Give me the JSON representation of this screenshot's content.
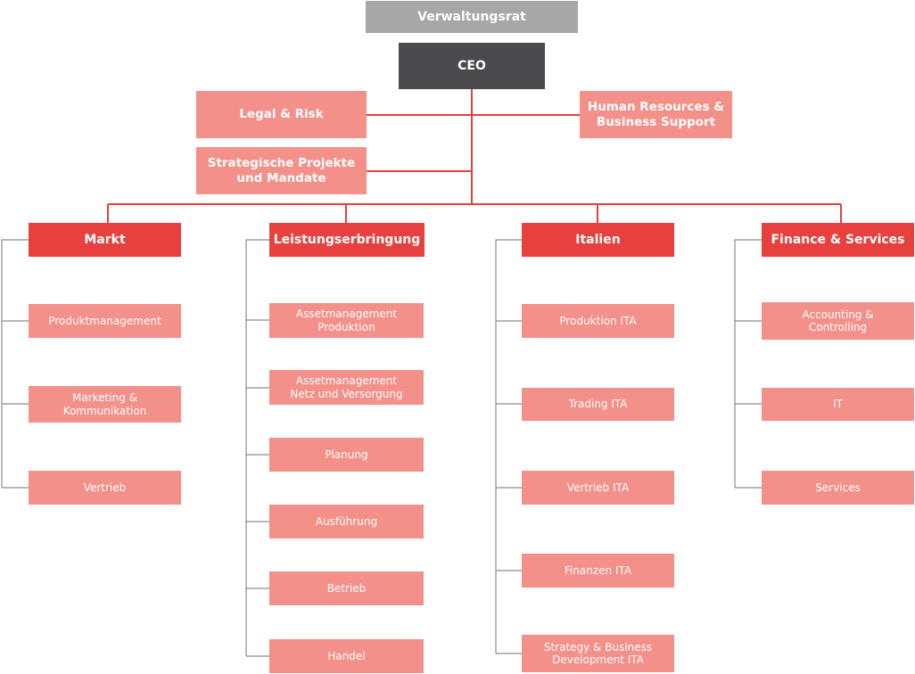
{
  "board": {
    "label": "Verwaltungsrat"
  },
  "ceo": {
    "label": "CEO"
  },
  "staff": {
    "legal_risk": "Legal & Risk",
    "strategic_projects": "Strategische Projekte\nund Mandate",
    "hr_business_support": "Human Resources &\nBusiness Support"
  },
  "divisions": [
    {
      "label": "Markt",
      "units": [
        "Produktmanagement",
        "Marketing &\nKommunikation",
        "Vertrieb"
      ]
    },
    {
      "label": "Leistungserbringung",
      "units": [
        "Assetmanagement\nProduktion",
        "Assetmanagement\nNetz und Versorgung",
        "Planung",
        "Ausführung",
        "Betrieb",
        "Handel"
      ]
    },
    {
      "label": "Italien",
      "units": [
        "Produktion ITA",
        "Trading ITA",
        "Vertrieb ITA",
        "Finanzen ITA",
        "Strategy & Business\nDevelopment ITA"
      ]
    },
    {
      "label": "Finance & Services",
      "units": [
        "Accounting &\nControlling",
        "IT",
        "Services"
      ]
    }
  ],
  "colors": {
    "board": "#a7a7a7",
    "ceo": "#4a4a4c",
    "division": "#e8403e",
    "unit": "#f4908a",
    "connector_main": "#e8403e",
    "connector_sub": "#8c8c8c"
  }
}
